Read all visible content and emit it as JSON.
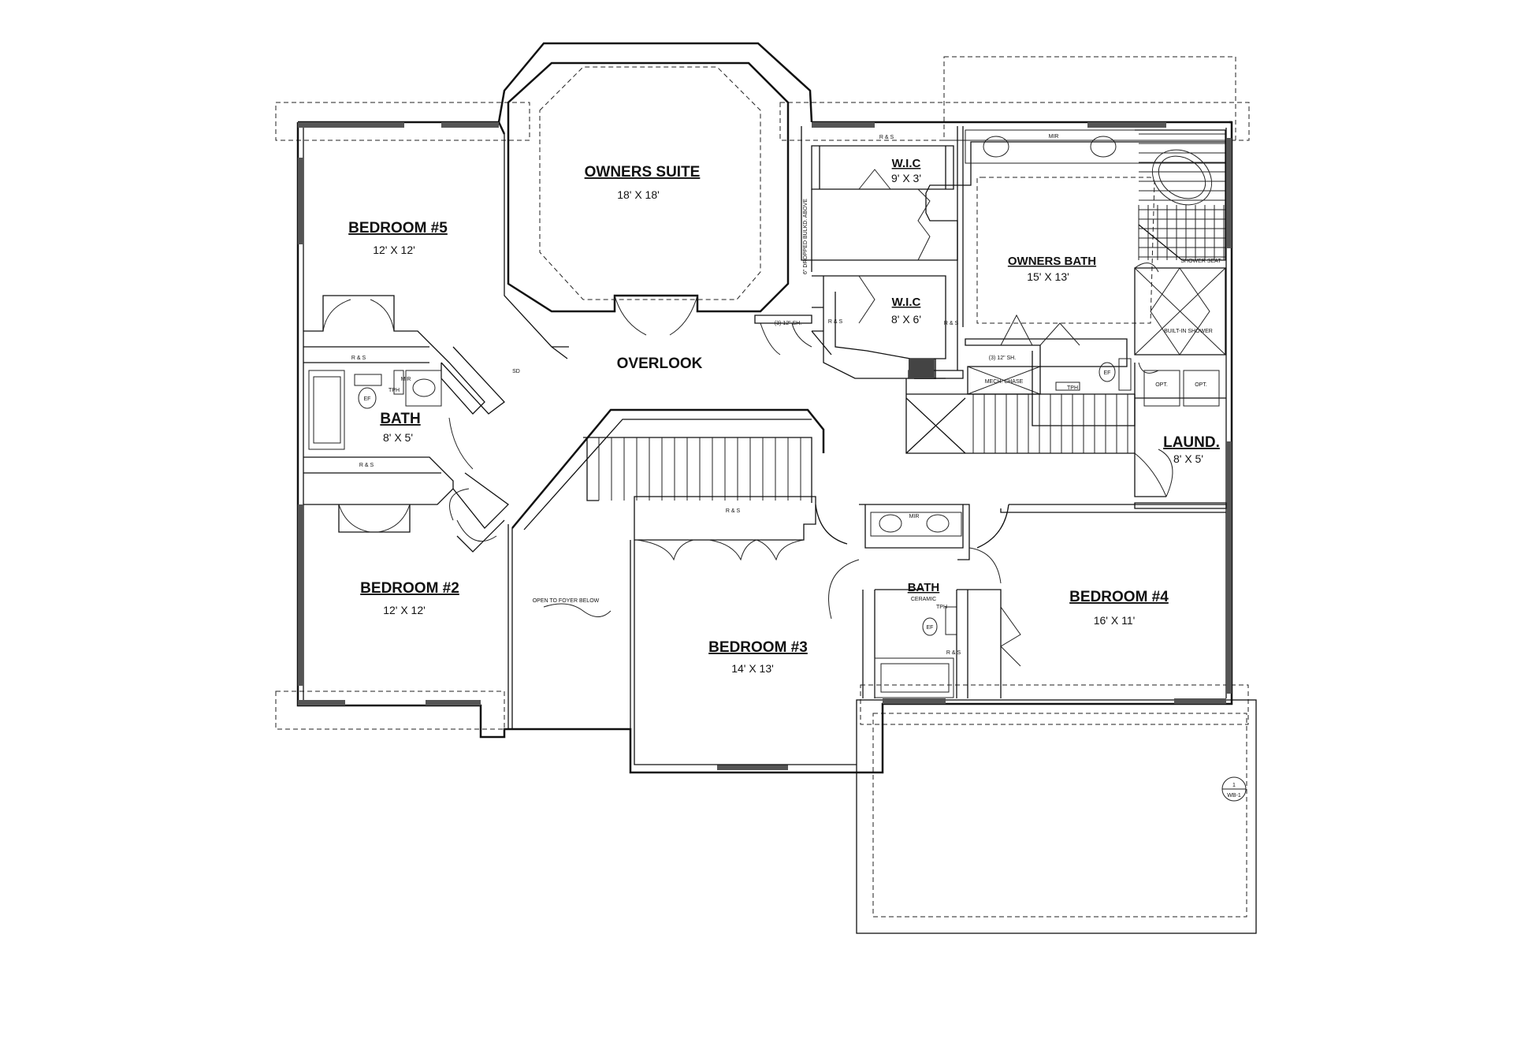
{
  "rooms": {
    "owners_suite": {
      "name": "OWNERS SUITE",
      "size": "18' X 18'"
    },
    "bedroom5": {
      "name": "BEDROOM #5",
      "size": "12' X 12'"
    },
    "bath": {
      "name": "BATH",
      "size": "8' X 5'"
    },
    "bedroom2": {
      "name": "BEDROOM #2",
      "size": "12' X 12'"
    },
    "bedroom3": {
      "name": "BEDROOM #3",
      "size": "14' X 13'"
    },
    "bedroom4": {
      "name": "BEDROOM #4",
      "size": "16' X 11'"
    },
    "overlook": {
      "name": "OVERLOOK"
    },
    "wic_top": {
      "name": "W.I.C",
      "size": "9' X 3'"
    },
    "wic_mid": {
      "name": "W.I.C",
      "size": "8' X 6'"
    },
    "owners_bath": {
      "name": "OWNERS BATH",
      "size": "15' X 13'"
    },
    "laundry": {
      "name": "LAUND.",
      "size": "8' X 5'"
    },
    "bath_ceramic": {
      "name": "BATH",
      "note": "CERAMIC"
    }
  },
  "notes": {
    "rs": "R & S",
    "open_to_foyer": "OPEN TO FOYER BELOW",
    "tp": "TPH",
    "ef": "EF",
    "mir": "MIR",
    "mech_chase": "MECH. CHASE",
    "shower": "BUILT-IN SHOWER",
    "shower_seat": "SHOWER SEAT",
    "shelf": "(3) 12\" SH.",
    "dropped": "6\" DROPPED BULKD. ABOVE",
    "sd": "SD",
    "opt": "OPT.",
    "section_num": "1",
    "section_ref": "WB-1"
  }
}
